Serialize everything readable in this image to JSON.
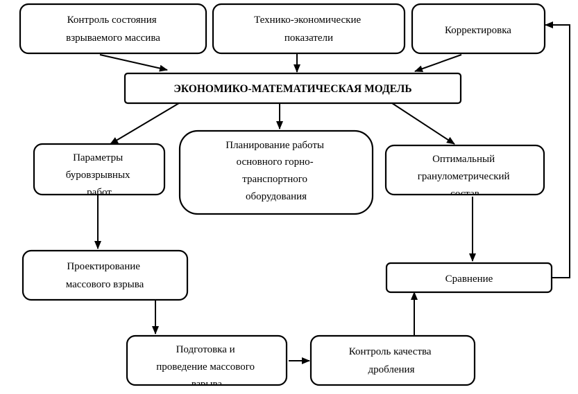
{
  "nodes": [
    {
      "id": "control_state",
      "lines": [
        "Контроль состояния",
        "взрываемого массива"
      ]
    },
    {
      "id": "tech_econ",
      "lines": [
        "Технико-экономические",
        "показатели"
      ]
    },
    {
      "id": "correction",
      "lines": [
        "Корректировка"
      ]
    },
    {
      "id": "model",
      "lines": [
        "ЭКОНОМИКО-МАТЕМАТИЧЕСКАЯ МОДЕЛЬ"
      ]
    },
    {
      "id": "params",
      "lines": [
        "Параметры",
        "буровзрывных",
        "работ"
      ]
    },
    {
      "id": "planning",
      "lines": [
        "Планирование работы",
        "основного горно-",
        "транспортного",
        "оборудования"
      ]
    },
    {
      "id": "optimal",
      "lines": [
        "Оптимальный",
        "гранулометрический",
        "состав"
      ]
    },
    {
      "id": "design",
      "lines": [
        "Проектирование",
        "массового взрыва"
      ]
    },
    {
      "id": "compare",
      "lines": [
        "Сравнение"
      ]
    },
    {
      "id": "prepare",
      "lines": [
        "Подготовка и",
        "проведение массового",
        "взрыва"
      ]
    },
    {
      "id": "quality",
      "lines": [
        "Контроль качества",
        "дробления"
      ]
    }
  ]
}
